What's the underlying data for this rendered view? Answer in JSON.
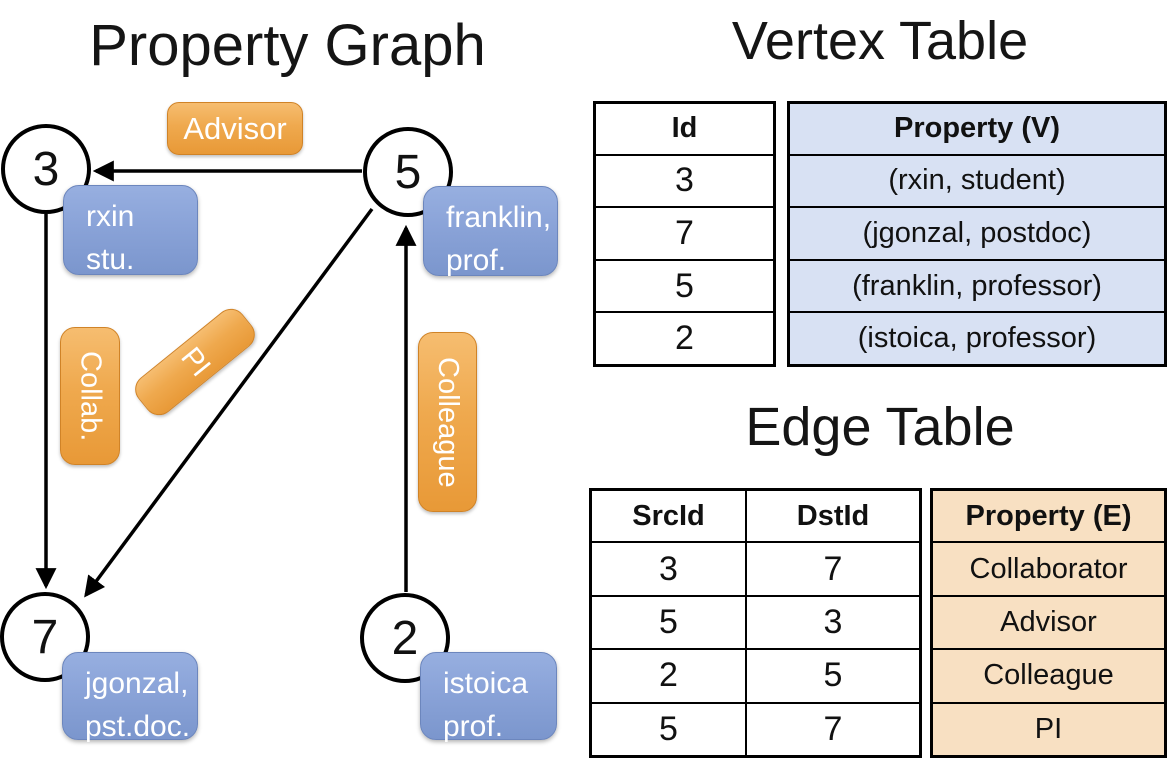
{
  "graph": {
    "title": "Property Graph",
    "nodes": [
      {
        "id": "3",
        "prop_line1": "rxin",
        "prop_line2": "stu."
      },
      {
        "id": "5",
        "prop_line1": "franklin,",
        "prop_line2": "prof."
      },
      {
        "id": "7",
        "prop_line1": "jgonzal,",
        "prop_line2": "pst.doc."
      },
      {
        "id": "2",
        "prop_line1": "istoica",
        "prop_line2": "prof."
      }
    ],
    "edges": [
      {
        "src": "5",
        "dst": "3",
        "label": "Advisor"
      },
      {
        "src": "3",
        "dst": "7",
        "label": "Collab."
      },
      {
        "src": "5",
        "dst": "7",
        "label": "PI"
      },
      {
        "src": "2",
        "dst": "5",
        "label": "Colleague"
      }
    ],
    "edge_labels": {
      "advisor": "Advisor",
      "collab": "Collab.",
      "pi": "PI",
      "colleague": "Colleague"
    }
  },
  "vertex_table": {
    "title": "Vertex Table",
    "columns": {
      "id": "Id",
      "property": "Property (V)"
    },
    "rows": [
      {
        "id": "3",
        "property": "(rxin, student)"
      },
      {
        "id": "7",
        "property": "(jgonzal, postdoc)"
      },
      {
        "id": "5",
        "property": "(franklin, professor)"
      },
      {
        "id": "2",
        "property": "(istoica, professor)"
      }
    ]
  },
  "edge_table": {
    "title": "Edge Table",
    "columns": {
      "src": "SrcId",
      "dst": "DstId",
      "property": "Property (E)"
    },
    "rows": [
      {
        "src": "3",
        "dst": "7",
        "property": "Collaborator"
      },
      {
        "src": "5",
        "dst": "3",
        "property": "Advisor"
      },
      {
        "src": "2",
        "dst": "5",
        "property": "Colleague"
      },
      {
        "src": "5",
        "dst": "7",
        "property": "PI"
      }
    ]
  },
  "colors": {
    "edge_label_orange": "#EFA94E",
    "vertex_prop_blue": "#8AA3D8",
    "vertex_table_fill": "#D8E1F3",
    "edge_table_fill": "#F8E0C2",
    "line_black": "#000000"
  }
}
